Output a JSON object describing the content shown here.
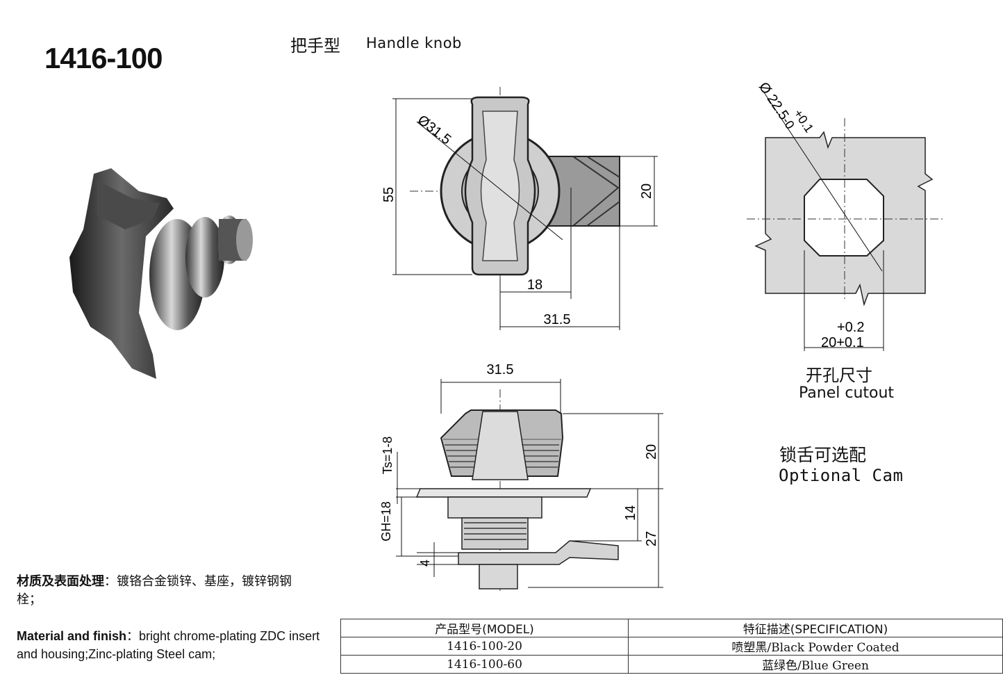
{
  "header": {
    "model_number": "1416-100",
    "type_cn": "把手型",
    "type_en": "Handle knob"
  },
  "front_view": {
    "dims": {
      "diameter": "Ø31.5",
      "height": "55",
      "width_20": "20",
      "offset_18": "18",
      "total_31_5": "31.5"
    }
  },
  "panel_cutout": {
    "diameter": "Ø 22.5",
    "tol_upper": "+0.1",
    "tol_lower": "-0",
    "tol_w_upper": "+0.2",
    "width": "20+0.1",
    "label_cn": "开孔尺寸",
    "label_en": "Panel cutout"
  },
  "side_view": {
    "dims": {
      "width": "31.5",
      "ts": "Ts=1-8",
      "gh": "GH=18",
      "h20": "20",
      "h14": "14",
      "h27": "27",
      "h4": "4"
    }
  },
  "optional_cam": {
    "label_cn": "锁舌可选配",
    "label_en": "Optional Cam"
  },
  "material": {
    "cn_label": "材质及表面处理",
    "cn_sep": "：",
    "cn_text": "镀铬合金锁锌、基座，镀锌钢钢栓；",
    "en_label": "Material and finish",
    "en_sep": "：",
    "en_text": "bright chrome-plating ZDC insert and housing;Zinc-plating Steel cam;"
  },
  "table": {
    "headers": [
      "产品型号(MODEL)",
      "特征描述(SPECIFICATION)"
    ],
    "rows": [
      {
        "model": "1416-100-20",
        "spec": "喷塑黑/Black Powder Coated"
      },
      {
        "model": "1416-100-60",
        "spec": "蓝绿色/Blue Green"
      }
    ]
  }
}
